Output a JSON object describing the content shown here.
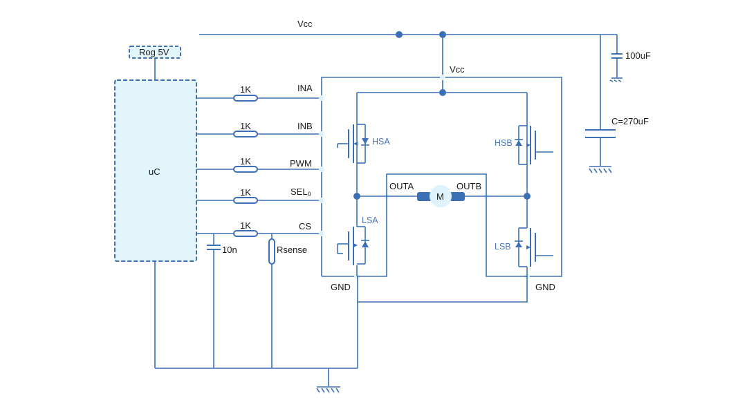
{
  "labels": {
    "vcc_top": "Vcc",
    "vcc_bridge": "Vcc",
    "reg": "Rog 5V",
    "uc": "uC",
    "r1": "1K",
    "r2": "1K",
    "r3": "1K",
    "r4": "1K",
    "r5": "1K",
    "ina": "INA",
    "inb": "INB",
    "pwm": "PWM",
    "sel": "SEL",
    "sel_sub": "0",
    "cs": "CS",
    "c_filter": "10n",
    "rsense": "Rsense",
    "hsa": "HSA",
    "hsb": "HSB",
    "lsa": "LSA",
    "lsb": "LSB",
    "outa": "OUTA",
    "outb": "OUTB",
    "motor": "M",
    "gnd_a": "GND",
    "gnd_b": "GND",
    "c_100": "100uF",
    "c_270": "C=270uF"
  },
  "colors": {
    "wire": "#3b6fb6",
    "box_fill": "#e2f5fb",
    "label_blue": "#4a78be"
  }
}
